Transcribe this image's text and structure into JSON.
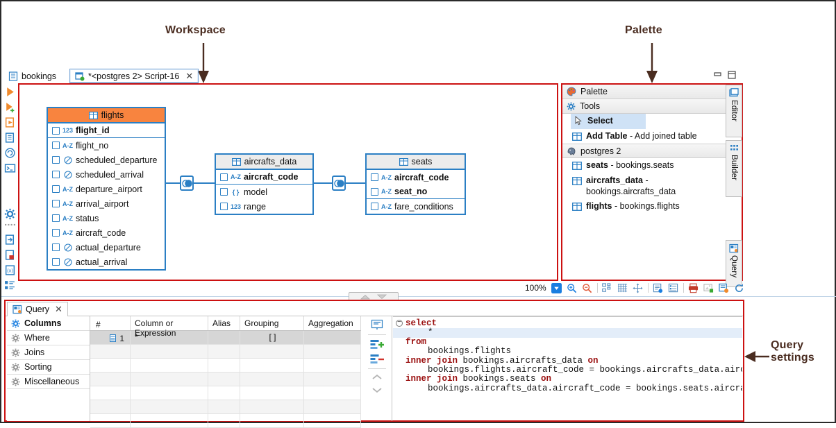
{
  "annotations": {
    "workspace": "Workspace",
    "palette": "Palette",
    "query_settings": "Query\nsettings"
  },
  "tabs": {
    "bookings": "bookings",
    "script": "*<postgres 2> Script-16",
    "close": "✕"
  },
  "workspace": {
    "tables": [
      {
        "name": "flights",
        "header_color": "#f8843f",
        "columns": [
          {
            "label": "flight_id",
            "type": "123",
            "bold": true,
            "key": true
          },
          {
            "label": "flight_no",
            "type": "A-Z",
            "bold": false
          },
          {
            "label": "scheduled_departure",
            "type": "clock",
            "bold": false
          },
          {
            "label": "scheduled_arrival",
            "type": "clock",
            "bold": false
          },
          {
            "label": "departure_airport",
            "type": "A-Z",
            "bold": false
          },
          {
            "label": "arrival_airport",
            "type": "A-Z",
            "bold": false
          },
          {
            "label": "status",
            "type": "A-Z",
            "bold": false
          },
          {
            "label": "aircraft_code",
            "type": "A-Z",
            "bold": false
          },
          {
            "label": "actual_departure",
            "type": "clock",
            "bold": false
          },
          {
            "label": "actual_arrival",
            "type": "clock",
            "bold": false
          }
        ]
      },
      {
        "name": "aircrafts_data",
        "header_color": "#ececec",
        "columns": [
          {
            "label": "aircraft_code",
            "type": "A-Z",
            "bold": true,
            "key": true
          },
          {
            "label": "model",
            "type": "{ }",
            "bold": false
          },
          {
            "label": "range",
            "type": "123",
            "bold": false
          }
        ]
      },
      {
        "name": "seats",
        "header_color": "#ececec",
        "columns": [
          {
            "label": "aircraft_code",
            "type": "A-Z",
            "bold": true,
            "key": true
          },
          {
            "label": "seat_no",
            "type": "A-Z",
            "bold": true,
            "key": true
          },
          {
            "label": "fare_conditions",
            "type": "A-Z",
            "bold": false
          }
        ]
      }
    ],
    "zoom_level": "100%"
  },
  "palette": {
    "title": "Palette",
    "sections": [
      {
        "title": "Tools"
      },
      {
        "title": "postgres 2"
      }
    ],
    "tools": [
      {
        "label": "Select",
        "desc": "",
        "selected": true
      },
      {
        "label": "Add Table",
        "desc": " - Add joined table",
        "selected": false
      }
    ],
    "connection_items": [
      {
        "label": "seats",
        "desc": " - bookings.seats"
      },
      {
        "label": "aircrafts_data",
        "desc": " - bookings.aircrafts_data"
      },
      {
        "label": "flights",
        "desc": " - bookings.flights"
      }
    ],
    "vertical_tabs": [
      "Editor",
      "Builder",
      "Query"
    ]
  },
  "query_panel": {
    "tab_label": "Query",
    "tab_close": "✕",
    "nav_items": [
      {
        "label": "Columns",
        "active": true
      },
      {
        "label": "Where",
        "active": false
      },
      {
        "label": "Joins",
        "active": false
      },
      {
        "label": "Sorting",
        "active": false
      },
      {
        "label": "Miscellaneous",
        "active": false
      }
    ],
    "grid": {
      "headers": [
        "#",
        "Column or Expression",
        "Alias",
        "Grouping",
        "Aggregation"
      ],
      "rows": [
        {
          "num": "1",
          "column": "*",
          "alias": "",
          "grouping": "[ ]",
          "aggregation": ""
        }
      ]
    },
    "sql_lines": [
      {
        "indent": 0,
        "parts": [
          {
            "t": "select",
            "kw": true
          }
        ],
        "highlight": false,
        "fold": true
      },
      {
        "indent": 4,
        "parts": [
          {
            "t": "*",
            "kw": false
          }
        ],
        "highlight": true,
        "fold": false
      },
      {
        "indent": 0,
        "parts": [
          {
            "t": "from",
            "kw": true
          }
        ],
        "highlight": false,
        "fold": false
      },
      {
        "indent": 4,
        "parts": [
          {
            "t": "bookings.flights",
            "kw": false
          }
        ],
        "highlight": false,
        "fold": false
      },
      {
        "indent": 0,
        "parts": [
          {
            "t": "inner join",
            "kw": true
          },
          {
            "t": " bookings.aircrafts_data ",
            "kw": false
          },
          {
            "t": "on",
            "kw": true
          }
        ],
        "highlight": false,
        "fold": false
      },
      {
        "indent": 4,
        "parts": [
          {
            "t": "bookings.flights.aircraft_code = bookings.aircrafts_data.aircraft_code",
            "kw": false
          }
        ],
        "highlight": false,
        "fold": false
      },
      {
        "indent": 0,
        "parts": [
          {
            "t": "inner join",
            "kw": true
          },
          {
            "t": " bookings.seats ",
            "kw": false
          },
          {
            "t": "on",
            "kw": true
          }
        ],
        "highlight": false,
        "fold": false
      },
      {
        "indent": 4,
        "parts": [
          {
            "t": "bookings.aircrafts_data.aircraft_code = bookings.seats.aircraft_code",
            "kw": false
          }
        ],
        "highlight": false,
        "fold": false
      }
    ]
  }
}
